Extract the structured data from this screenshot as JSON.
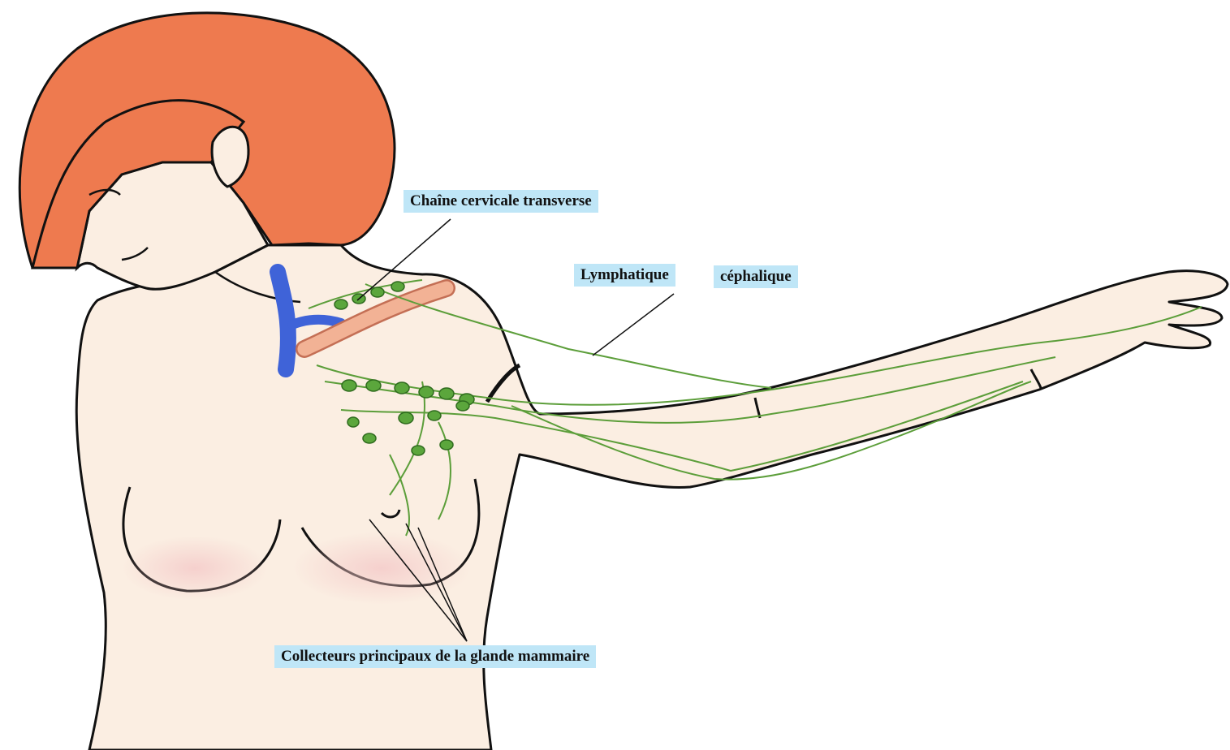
{
  "labels": {
    "cervical_chain": "Chaîne cervicale transverse",
    "lymphatic": "Lymphatique",
    "cephalic": "céphalique",
    "collectors": "Collecteurs principaux de la glande mammaire"
  },
  "colors": {
    "hair": "#ee7a4f",
    "skin": "#fbeee2",
    "lymph": "#5c9e3a",
    "node": "#5ba63c",
    "vein": "#3f63d8",
    "artery": "#f2b295",
    "label_bg": "#bfe6f7",
    "outline": "#111111"
  }
}
